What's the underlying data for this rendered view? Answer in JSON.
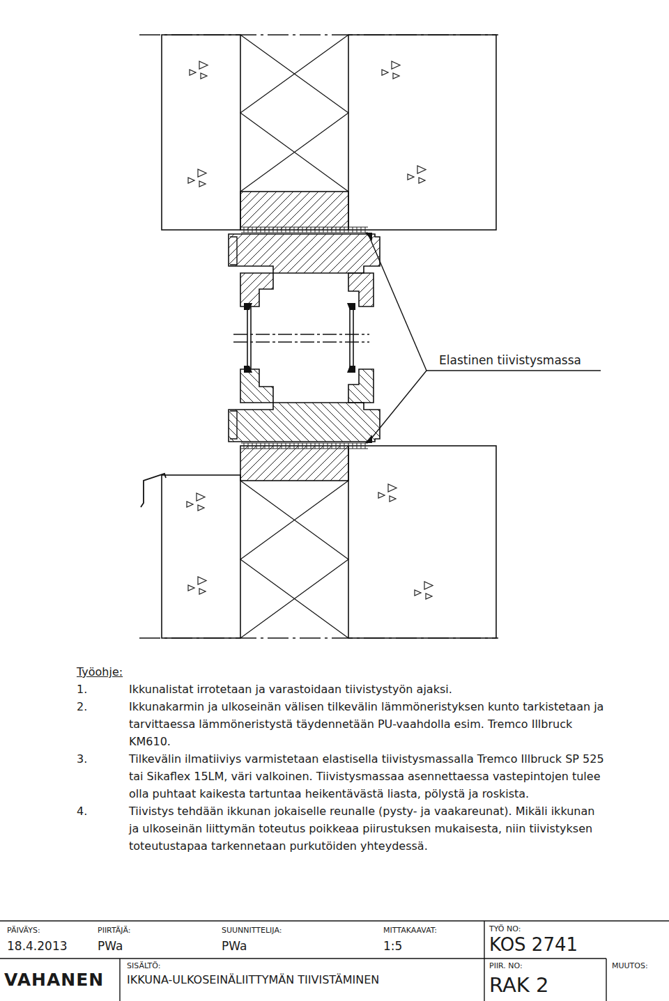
{
  "diagram": {
    "labels": [
      "Elastinen tiivistysmassa",
      "Työohje:",
      "1.",
      "Ikkunalistat irrotetaan ja varastoidaan tiivistystyön ajaksi.",
      "2.",
      "Ikkunakarmin ja ulkoseinän välisen tilkevälin lämmöneristyksen kunto tarkistetaan ja tarvittaessa lämmöneristystä täydennetään PU-vaahdolla esim. Tremco Illbruck KM610.",
      "3.",
      "Tilkevälin ilmatiiviys varmistetaan elastisella tiivistysmassalla Tremco Illbruck SP 525 tai Sikaflex 15LM, väri valkoinen. Tiivistysmassaa asennettaessa vastepintojen tulee olla puhtaat kaikesta tartuntaa heikentävästä liasta, pölystä ja roskista.",
      "4.",
      "Tiivistys tehdään ikkunan jokaiselle reunalle (pysty- ja vaakareunat). Mikäli ikkunan ja ulkoseinän liittymän toteutus poikkeaa piirustuksen mukaisesta, niin tiivistyksen toteutustapaa tarkennetaan purkutöiden yhteydessä.",
      "PÄIVÄYS:",
      "18.4.2013",
      "PIIRTÄJÄ:",
      "PWa",
      "SUUNNITTELIJA:",
      "PWa",
      "MITTAKAAVAT:",
      "1:5",
      "TYÖ NO:",
      "KOS 2741",
      "VAHANEN",
      "SISÄLTÖ:",
      "IKKUNA-ULKOSEINÄLIITTYMÄN TIIVISTÄMINEN",
      "PIIR. NO:",
      "RAK 2",
      "MUUTOS:"
    ]
  }
}
